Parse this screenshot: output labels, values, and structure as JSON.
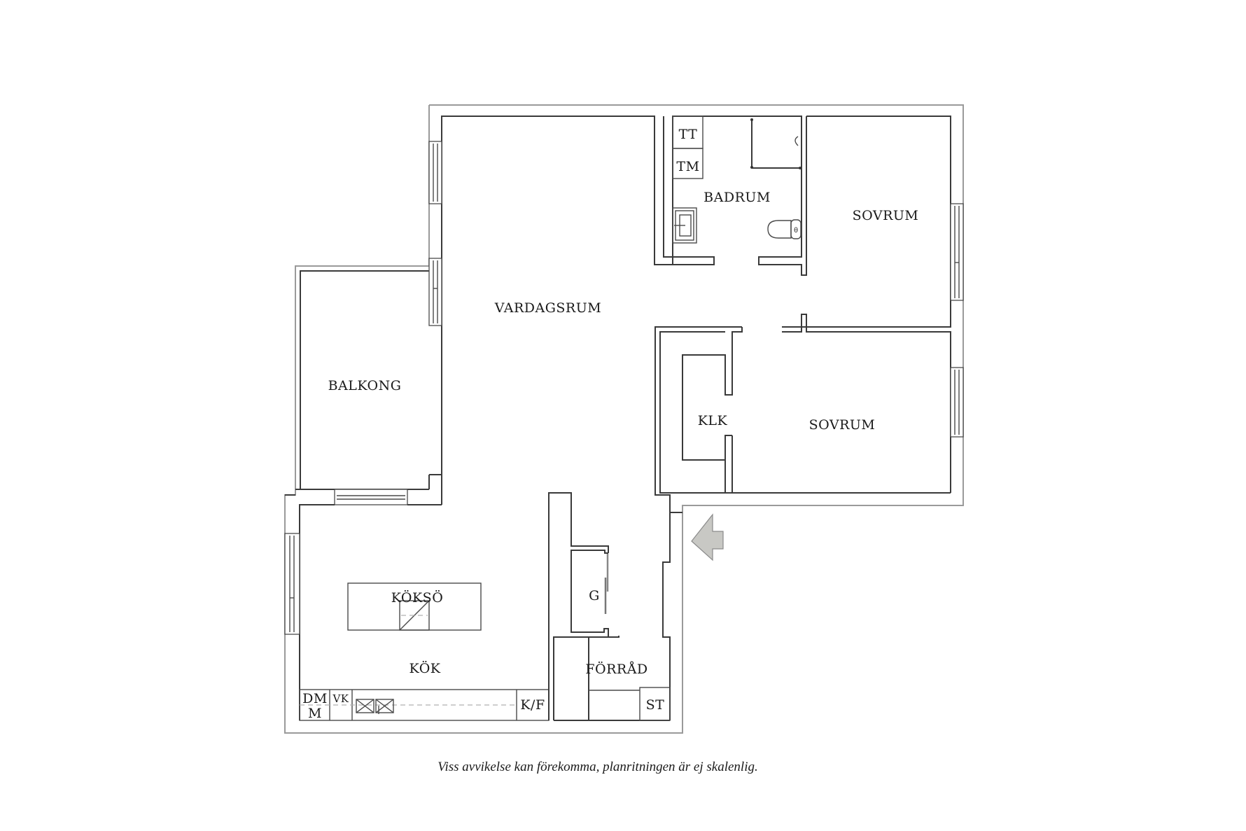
{
  "plan": {
    "rooms": {
      "vardagsrum": "VARDAGSRUM",
      "balkong": "BALKONG",
      "badrum": "BADRUM",
      "sovrum_upper": "SOVRUM",
      "sovrum_lower": "SOVRUM",
      "klk": "KLK",
      "kok": "KÖK",
      "forrad": "FÖRRÅD"
    },
    "fixtures": {
      "tt": "TT",
      "tm": "TM",
      "koksö": "KÖKSÖ",
      "g": "G",
      "dm": "DM",
      "m": "M",
      "vk": "VK",
      "kf": "K/F",
      "st": "ST"
    },
    "entrance_arrow_color": "#c8c8c4",
    "wall_color": "#3a3a3a"
  },
  "caption": "Viss avvikelse kan förekomma, planritningen är ej skalenlig."
}
